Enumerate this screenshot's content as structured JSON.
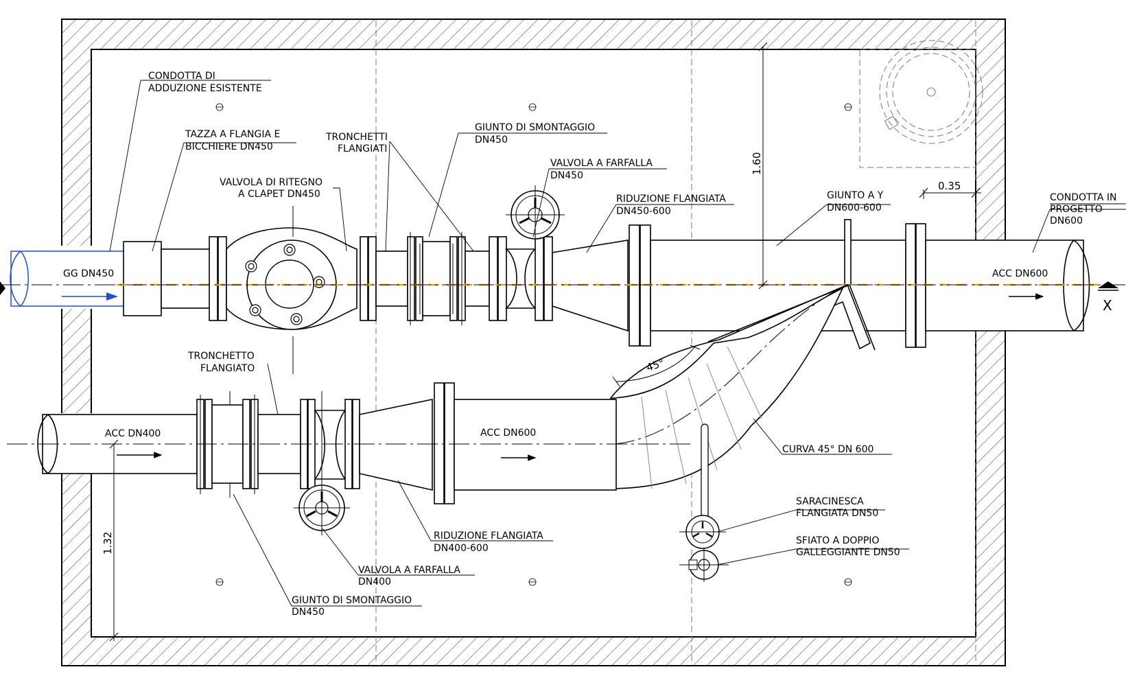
{
  "drawing": {
    "colors": {
      "line": "#000000",
      "axis_highlight": "#e0a000",
      "existing_pipe": "#1f4fd1",
      "hatch": "#000000"
    },
    "section_marker": "X",
    "labels": {
      "condotta_esistente": [
        "CONDOTTA DI",
        "ADDUZIONE ESISTENTE"
      ],
      "tazza": [
        "TAZZA A FLANGIA E",
        "BICCHIERE DN450"
      ],
      "valvola_ritegno": [
        "VALVOLA DI RITEGNO",
        "A CLAPET DN450"
      ],
      "tronchetti": [
        "TRONCHETTI",
        "FLANGIATI"
      ],
      "giunto_smontaggio_top": [
        "GIUNTO DI SMONTAGGIO",
        "DN450"
      ],
      "valvola_farfalla_top": [
        "VALVOLA A FARFALLA",
        "DN450"
      ],
      "riduzione_top": [
        "RIDUZIONE FLANGIATA",
        "DN450-600"
      ],
      "giunto_y": [
        "GIUNTO A Y",
        "DN600-600"
      ],
      "condotta_progetto": [
        "CONDOTTA IN",
        "PROGETTO",
        "DN600"
      ],
      "tronchetto": [
        "TRONCHETTO",
        "FLANGIATO"
      ],
      "curva": [
        "CURVA 45° DN 600"
      ],
      "saracinesca": [
        "SARACINESCA",
        "FLANGIATA DN50"
      ],
      "sfiato": [
        "SFIATO A DOPPIO",
        "GALLEGGIANTE DN50"
      ],
      "riduzione_bottom": [
        "RIDUZIONE FLANGIATA",
        "DN400-600"
      ],
      "valvola_farfalla_bottom": [
        "VALVOLA A FARFALLA",
        "DN400"
      ],
      "giunto_smontaggio_bottom": [
        "GIUNTO DI SMONTAGGIO",
        "DN450"
      ]
    },
    "pipe_labels": {
      "gg_dn450": "GG DN450",
      "acc_dn600_out": "ACC DN600",
      "acc_dn400": "ACC DN400",
      "acc_dn600_mid": "ACC DN600"
    },
    "dimensions": {
      "d160": "1.60",
      "d035": "0.35",
      "d132": "1.32",
      "angle45": "45°"
    }
  }
}
